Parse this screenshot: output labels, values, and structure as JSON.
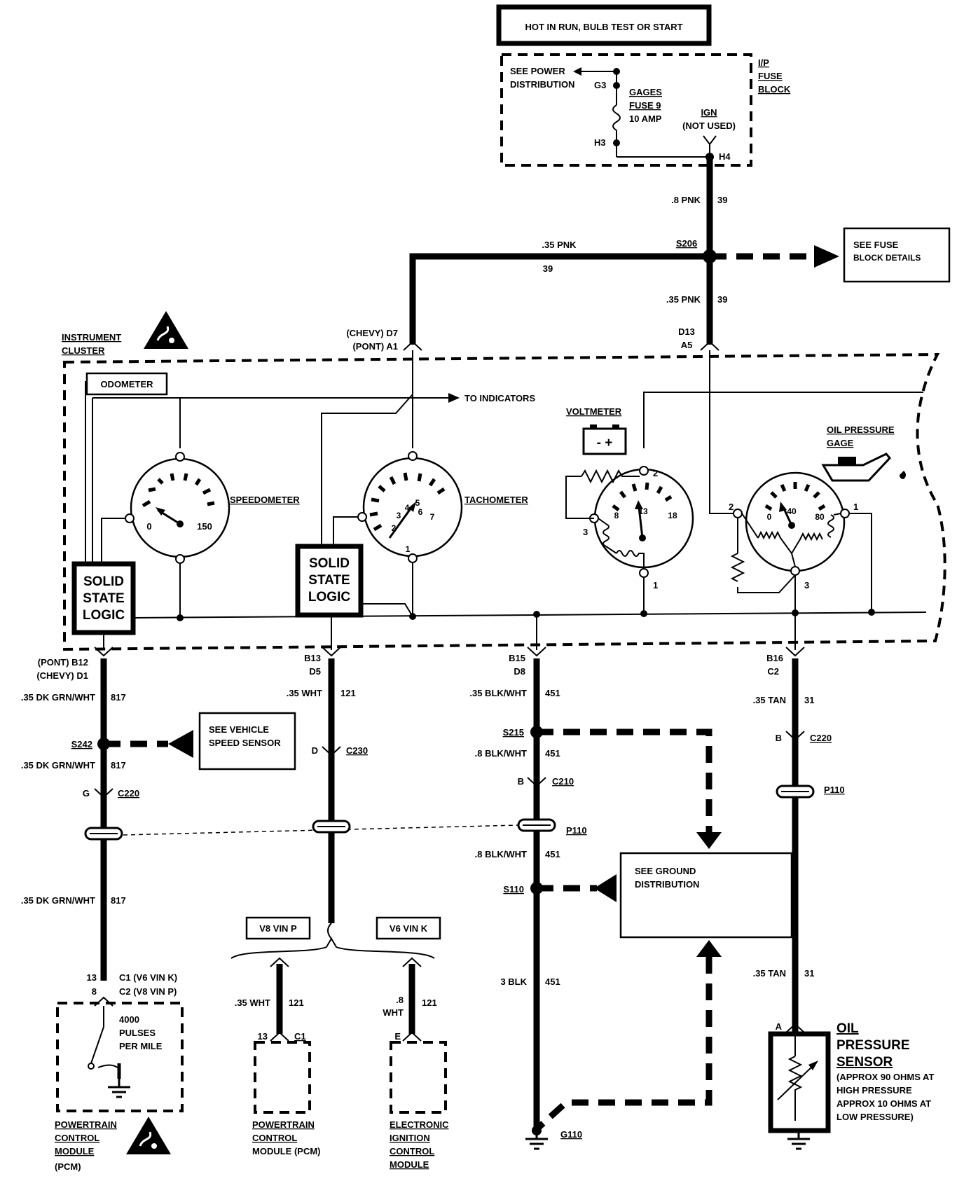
{
  "power": {
    "header": "HOT IN RUN, BULB TEST OR START",
    "fuse_block_label": [
      "I/P",
      "FUSE",
      "BLOCK"
    ],
    "see_power": [
      "SEE POWER",
      "DISTRIBUTION"
    ],
    "g3": "G3",
    "h3": "H3",
    "h4": "H4",
    "fuse_name": [
      "GAGES",
      "FUSE 9"
    ],
    "fuse_rating": "10 AMP",
    "ign": [
      "IGN",
      "(NOT USED)"
    ]
  },
  "feed": {
    "top_wire": ".8 PNK",
    "top_circuit": "39",
    "splice": "S206",
    "left_wire": ".35 PNK",
    "left_circuit": "39",
    "right_wire": ".35 PNK",
    "right_circuit": "39",
    "see_fuse": [
      "SEE FUSE",
      "BLOCK DETAILS"
    ]
  },
  "cluster": {
    "label": [
      "INSTRUMENT",
      "CLUSTER"
    ],
    "pin_left": [
      "(CHEVY) D7",
      "(PONT) A1"
    ],
    "pin_right": [
      "D13",
      "A5"
    ],
    "odometer": "ODOMETER",
    "to_indicators": "TO INDICATORS",
    "ssl_text": [
      "SOLID",
      "STATE",
      "LOGIC"
    ],
    "speedometer": {
      "label": "SPEEDOMETER",
      "min": "0",
      "max": "150"
    },
    "tachometer": {
      "label": "TACHOMETER",
      "ticks": [
        "1",
        "2",
        "3",
        "4",
        "5",
        "6",
        "7"
      ]
    },
    "voltmeter": {
      "label": "VOLTMETER",
      "ticks": [
        "8",
        "13",
        "18"
      ],
      "pins": [
        "1",
        "2",
        "3"
      ],
      "battery": "- +"
    },
    "oil_gage": {
      "label": [
        "OIL PRESSURE",
        "GAGE"
      ],
      "ticks": [
        "0",
        "40",
        "80"
      ],
      "pins": [
        "1",
        "2",
        "3"
      ]
    }
  },
  "circuits": {
    "c1": {
      "pins": [
        "(PONT) B12",
        "(CHEVY) D1"
      ],
      "wire": ".35 DK GRN/WHT",
      "circuit": "817",
      "splice": "S242",
      "see": [
        "SEE VEHICLE",
        "SPEED SENSOR"
      ],
      "conn_pin": "G",
      "conn": "C220"
    },
    "c2": {
      "pins": [
        "B13",
        "D5"
      ],
      "wire": ".35  WHT",
      "circuit": "121",
      "conn_pin": "D",
      "conn": "C230",
      "v8": "V8  VIN P",
      "v6": "V6  VIN  K"
    },
    "c3": {
      "pins": [
        "B15",
        "D8"
      ],
      "wire": ".35 BLK/WHT",
      "circuit": "451",
      "splice_a": "S215",
      "wire_b": ".8 BLK/WHT",
      "conn_pin": "B",
      "conn": "C210",
      "passthru": "P110",
      "splice_b": "S110",
      "see": [
        "SEE GROUND",
        "DISTRIBUTION"
      ],
      "wire_c": "3 BLK",
      "ground": "G110"
    },
    "c4": {
      "pins": [
        "B16",
        "C2"
      ],
      "wire": ".35 TAN",
      "circuit": "31",
      "conn_pin": "B",
      "conn": "C220",
      "passthru": "P110",
      "sensor_pin": "A"
    }
  },
  "bottom": {
    "vss": {
      "pin_a": "13",
      "pin_b": "8",
      "conn_a": "C1 (V6 VIN K)",
      "conn_b": "C2 (V8 VIN P)",
      "text": [
        "4000",
        "PULSES",
        "PER MILE"
      ],
      "label": [
        "POWERTRAIN",
        "CONTROL",
        "MODULE",
        "(PCM)"
      ]
    },
    "pcm": {
      "wire": ".35  WHT",
      "circuit": "121",
      "pin": "13",
      "conn": "C1",
      "label": [
        "POWERTRAIN",
        "CONTROL",
        "MODULE (PCM)"
      ]
    },
    "eicm": {
      "wire": [
        ".8",
        "WHT"
      ],
      "circuit": "121",
      "pin": "E",
      "label": [
        "ELECTRONIC",
        "IGNITION",
        "CONTROL",
        "MODULE"
      ]
    },
    "sensor": {
      "label": [
        "OIL",
        "PRESSURE",
        "SENSOR"
      ],
      "note": [
        "(APPROX 90 OHMS AT",
        "HIGH PRESSURE",
        "APPROX 10 OHMS AT",
        "LOW PRESSURE)"
      ]
    }
  }
}
